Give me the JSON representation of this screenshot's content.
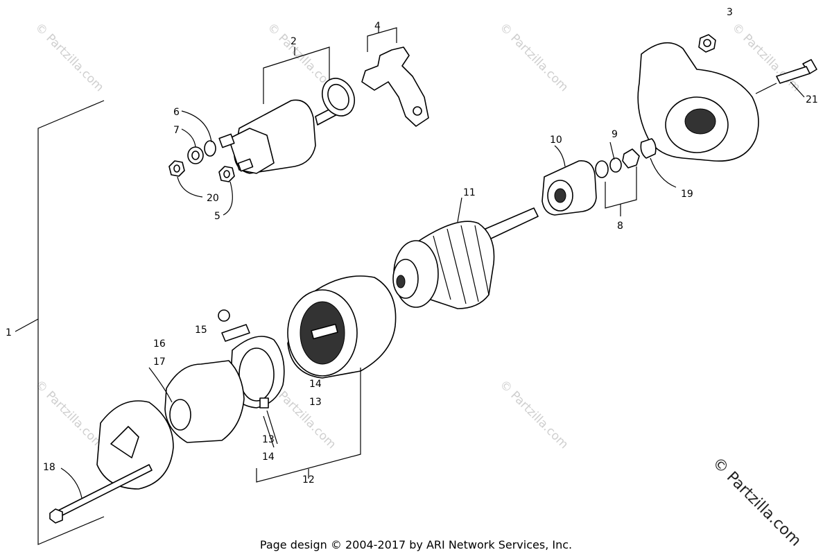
{
  "watermark": "© Partzilla.com",
  "side_watermark": "© Partzilla.com",
  "footer": "Page design © 2004-2017 by ARI Network Services, Inc.",
  "callouts": {
    "c1": "1",
    "c2": "2",
    "c3": "3",
    "c4": "4",
    "c5": "5",
    "c6": "6",
    "c7": "7",
    "c8": "8",
    "c9": "9",
    "c10": "10",
    "c11": "11",
    "c12": "12",
    "c13a": "13",
    "c13b": "13",
    "c14a": "14",
    "c14b": "14",
    "c15": "15",
    "c16": "16",
    "c17": "17",
    "c18": "18",
    "c19": "19",
    "c20": "20",
    "c21": "21"
  }
}
